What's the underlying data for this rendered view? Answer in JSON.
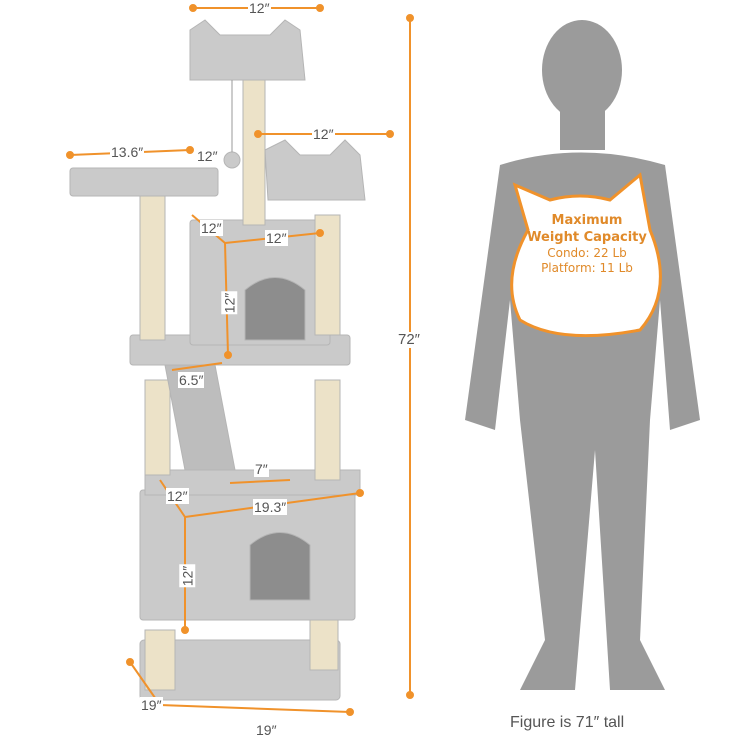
{
  "dimensions": {
    "top_perch_width": "12″",
    "top_perch_post_arm": "12″",
    "left_platform_width": "13.6″",
    "left_platform_depth": "12″",
    "upper_condo_depth": "12″",
    "upper_condo_width": "12″",
    "upper_condo_height": "12″",
    "ladder_width": "6.5″",
    "lower_condo_hole": "7″",
    "lower_condo_depth": "12″",
    "lower_condo_width": "19.3″",
    "lower_condo_height": "12″",
    "base_depth": "19″",
    "base_width": "19″",
    "total_height": "72″"
  },
  "badge": {
    "title_line1": "Maximum",
    "title_line2": "Weight Capacity",
    "condo": "Condo: 22 Lb",
    "platform": "Platform: 11 Lb"
  },
  "caption": "Figure is 71″ tall",
  "colors": {
    "accent": "#f0922b",
    "figure": "#9b9b9b",
    "plush": "#c9c9c9",
    "sisal": "#ece2c8"
  }
}
